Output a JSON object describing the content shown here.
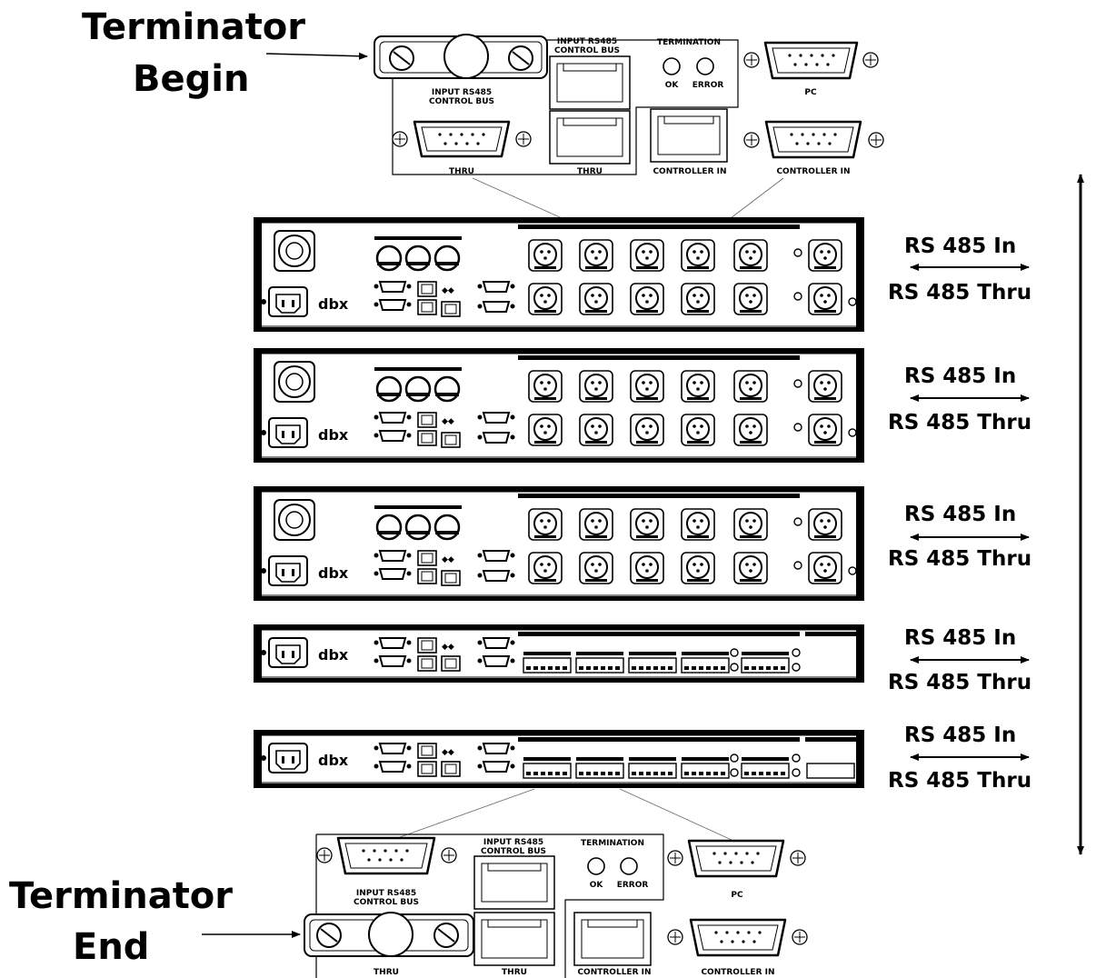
{
  "terminator_begin": {
    "title_line1": "Terminator",
    "title_line2": "Begin"
  },
  "terminator_end": {
    "title_line1": "Terminator",
    "title_line2": "End"
  },
  "panel_labels": {
    "input_rs485_l1": "INPUT RS485",
    "input_rs485_l2": "CONTROL BUS",
    "termination": "TERMINATION",
    "ok": "OK",
    "error": "ERROR",
    "pc": "PC",
    "thru": "THRU",
    "controller_in": "CONTROLLER IN"
  },
  "device_brand": "dbx",
  "units": [
    {
      "rs_in": "RS 485 In",
      "rs_thru": "RS 485 Thru"
    },
    {
      "rs_in": "RS 485 In",
      "rs_thru": "RS 485 Thru"
    },
    {
      "rs_in": "RS 485 In",
      "rs_thru": "RS 485 Thru"
    },
    {
      "rs_in": "RS 485 In",
      "rs_thru": "RS 485 Thru"
    },
    {
      "rs_in": "RS 485 In",
      "rs_thru": "RS 485 Thru"
    }
  ]
}
